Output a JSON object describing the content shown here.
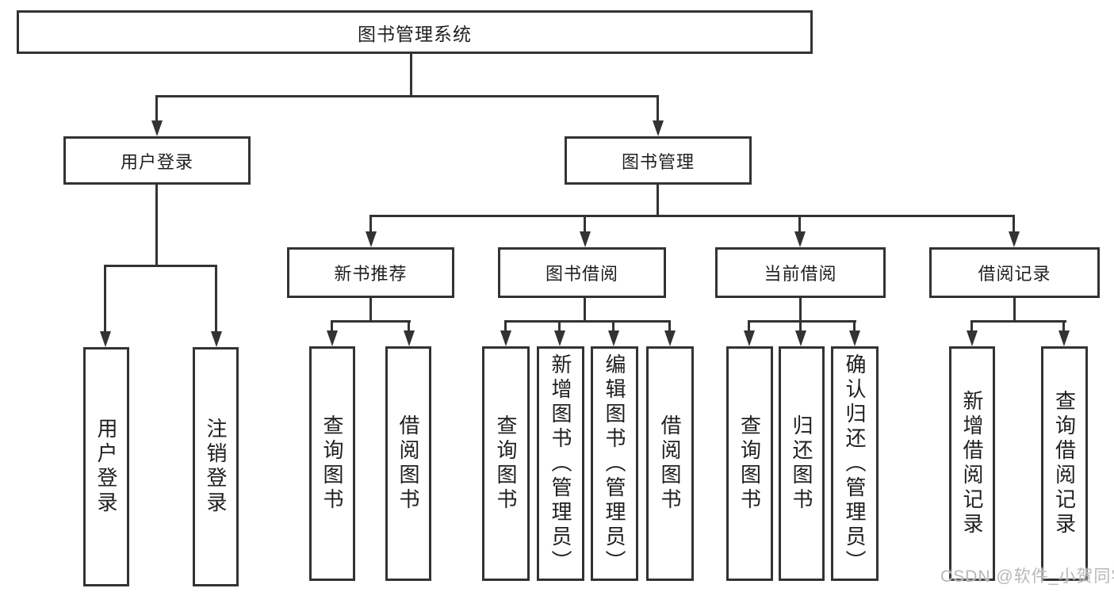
{
  "nodes": {
    "root": "图书管理系统",
    "userLogin": "用户登录",
    "bookMgmt": "图书管理",
    "newBook": "新书推荐",
    "bookBorrow": "图书借阅",
    "currentBorrow": "当前借阅",
    "borrowRecord": "借阅记录",
    "leafUserLogin": "用户登录",
    "leafLogout": "注销登录",
    "nbQuery": "查询图书",
    "nbBorrow": "借阅图书",
    "bbQuery": "查询图书",
    "bbAdd": "新增图书（管理员）",
    "bbEdit": "编辑图书（管理员）",
    "bbBorrow": "借阅图书",
    "cbQuery": "查询图书",
    "cbReturn": "归还图书",
    "cbConfirm": "确认归还（管理员）",
    "brAdd": "新增借阅记录",
    "brQuery": "查询借阅记录"
  },
  "tree": {
    "图书管理系统": {
      "用户登录": [
        "用户登录",
        "注销登录"
      ],
      "图书管理": {
        "新书推荐": [
          "查询图书",
          "借阅图书"
        ],
        "图书借阅": [
          "查询图书",
          "新增图书（管理员）",
          "编辑图书（管理员）",
          "借阅图书"
        ],
        "当前借阅": [
          "查询图书",
          "归还图书",
          "确认归还（管理员）"
        ],
        "借阅记录": [
          "新增借阅记录",
          "查询借阅记录"
        ]
      }
    }
  },
  "watermark": "CSDN @软件_小贺同学",
  "colors": {
    "line": "#333333",
    "text": "#1f1f1f",
    "watermark": "#b8b8b8",
    "background": "#ffffff"
  }
}
